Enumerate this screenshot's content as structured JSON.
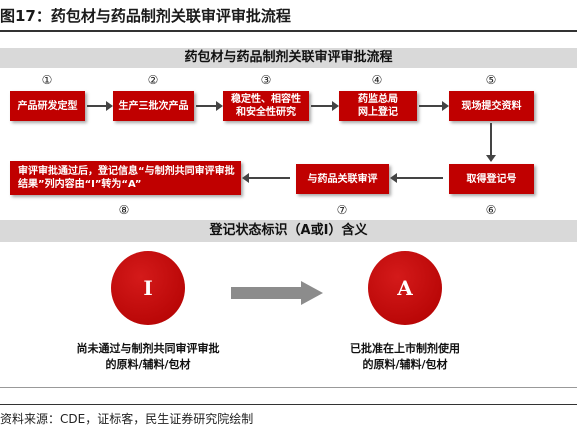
{
  "figure_title": "图17：药包材与药品制剂关联审评审批流程",
  "section1_title": "药包材与药品制剂关联审评审批流程",
  "steps": [
    {
      "num": "①",
      "label": "产品研发定型"
    },
    {
      "num": "②",
      "label": "生产三批次产品"
    },
    {
      "num": "③",
      "label": "稳定性、相容性\n和安全性研究"
    },
    {
      "num": "④",
      "label": "药监总局\n网上登记"
    },
    {
      "num": "⑤",
      "label": "现场提交资料"
    },
    {
      "num": "⑥",
      "label": "取得登记号"
    },
    {
      "num": "⑦",
      "label": "与药品关联审评"
    },
    {
      "num": "⑧",
      "label": "审评审批通过后，登记信息“与制剂共同审评审批\n结果”列内容由“I”转为“A”"
    }
  ],
  "section2_title": "登记状态标识（A或I）含义",
  "status": [
    {
      "letter": "I",
      "caption": "尚未通过与制剂共同审评审批\n的原料/辅料/包材"
    },
    {
      "letter": "A",
      "caption": "已批准在上市制剂使用\n的原料/辅料/包材"
    }
  ],
  "source": "资料来源：CDE，证标客，民生证券研究院绘制",
  "colors": {
    "accent": "#c00000",
    "band": "#d9d9d9"
  }
}
